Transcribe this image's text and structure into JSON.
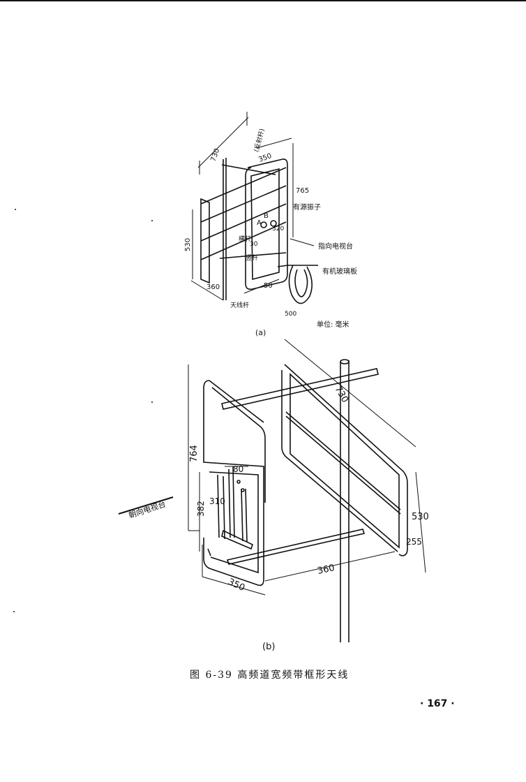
{
  "figure_a": {
    "label": "(a)",
    "annotations": {
      "reflector_rod": "(反射杆)",
      "adjuster": "有源振子",
      "balun": "指向电视台",
      "board": "有机玻璃板",
      "cross_rod": "横杆",
      "vertical_rod": "竖杆",
      "mast": "天线杆",
      "unit": "单位: 毫米"
    },
    "dims": {
      "d730": "730",
      "d350": "350",
      "d765": "765",
      "d530": "530",
      "d360": "360",
      "d50": "50",
      "d320": "320",
      "d500": "500",
      "d30": "30",
      "A": "A",
      "B": "B"
    }
  },
  "figure_b": {
    "label": "(b)",
    "direction": "朝向电视台",
    "dims": {
      "d730": "730",
      "d764": "764",
      "d382": "382",
      "d310": "310",
      "d80": "80",
      "d530": "530",
      "d255": "255",
      "d360": "360",
      "d350": "350"
    }
  },
  "caption": "图 6-39  高频道宽频带框形天线",
  "page_number": "· 167 ·"
}
